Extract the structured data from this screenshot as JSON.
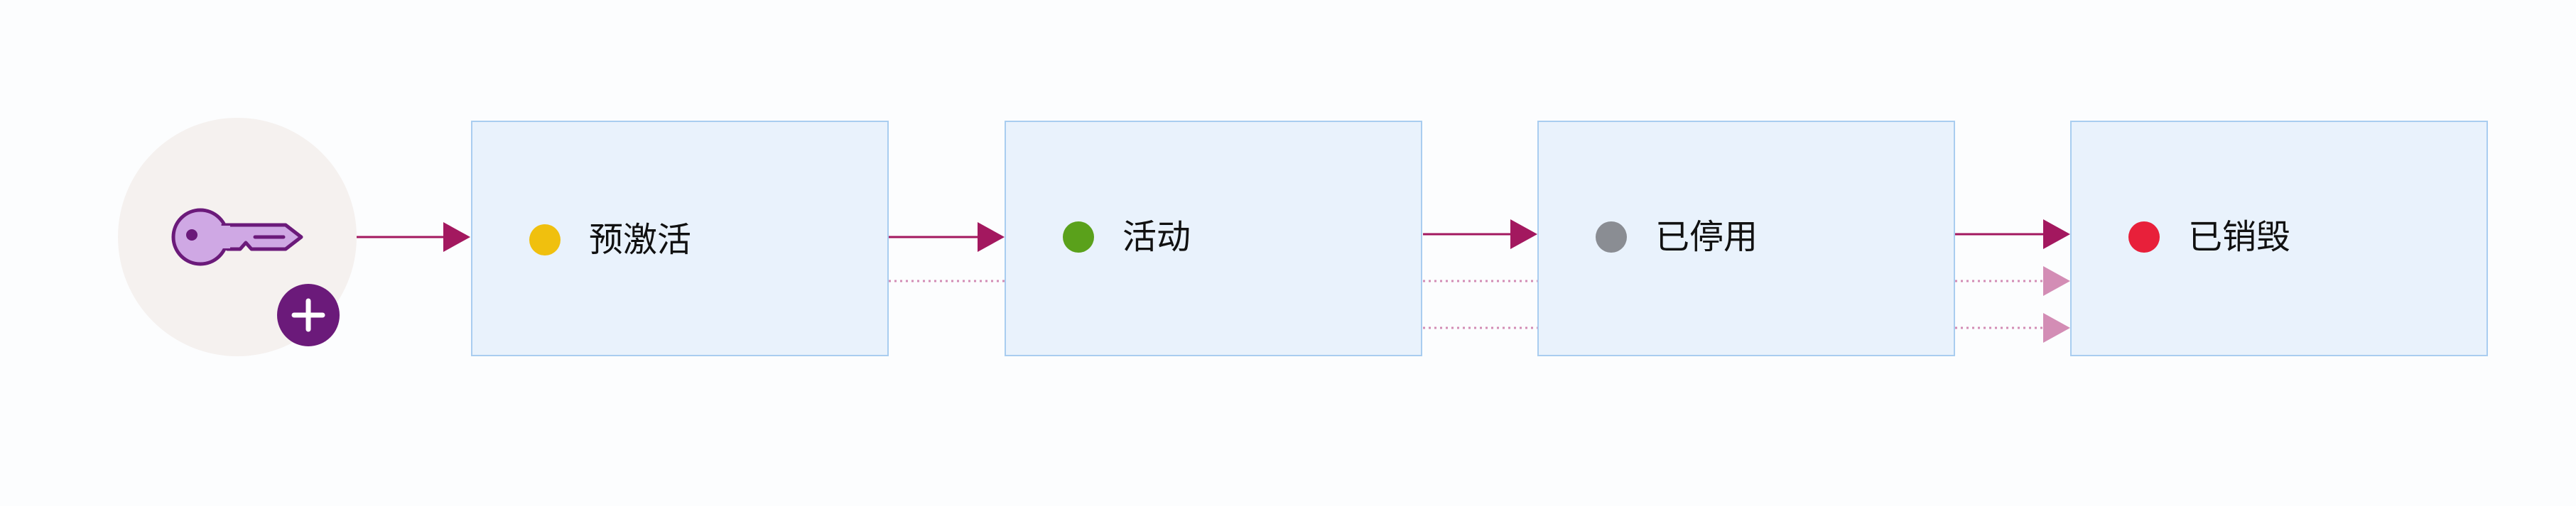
{
  "diagram": {
    "states": [
      {
        "label": "预激活",
        "dot_color": "#f0c00e"
      },
      {
        "label": "活动",
        "dot_color": "#5aa11b"
      },
      {
        "label": "已停用",
        "dot_color": "#8a8d93"
      },
      {
        "label": "已销毁",
        "dot_color": "#e8203a"
      }
    ],
    "icons": {
      "creator": "key-icon",
      "badge": "add-icon"
    },
    "colors": {
      "arrow": "#a3185f",
      "dotted_arrow": "#d38db5",
      "box_fill": "#e9f2fc",
      "box_border": "#a9cdf0",
      "key_fill": "#cfa8e4",
      "key_stroke": "#6b1a7a",
      "badge": "#6b1a7a"
    }
  }
}
